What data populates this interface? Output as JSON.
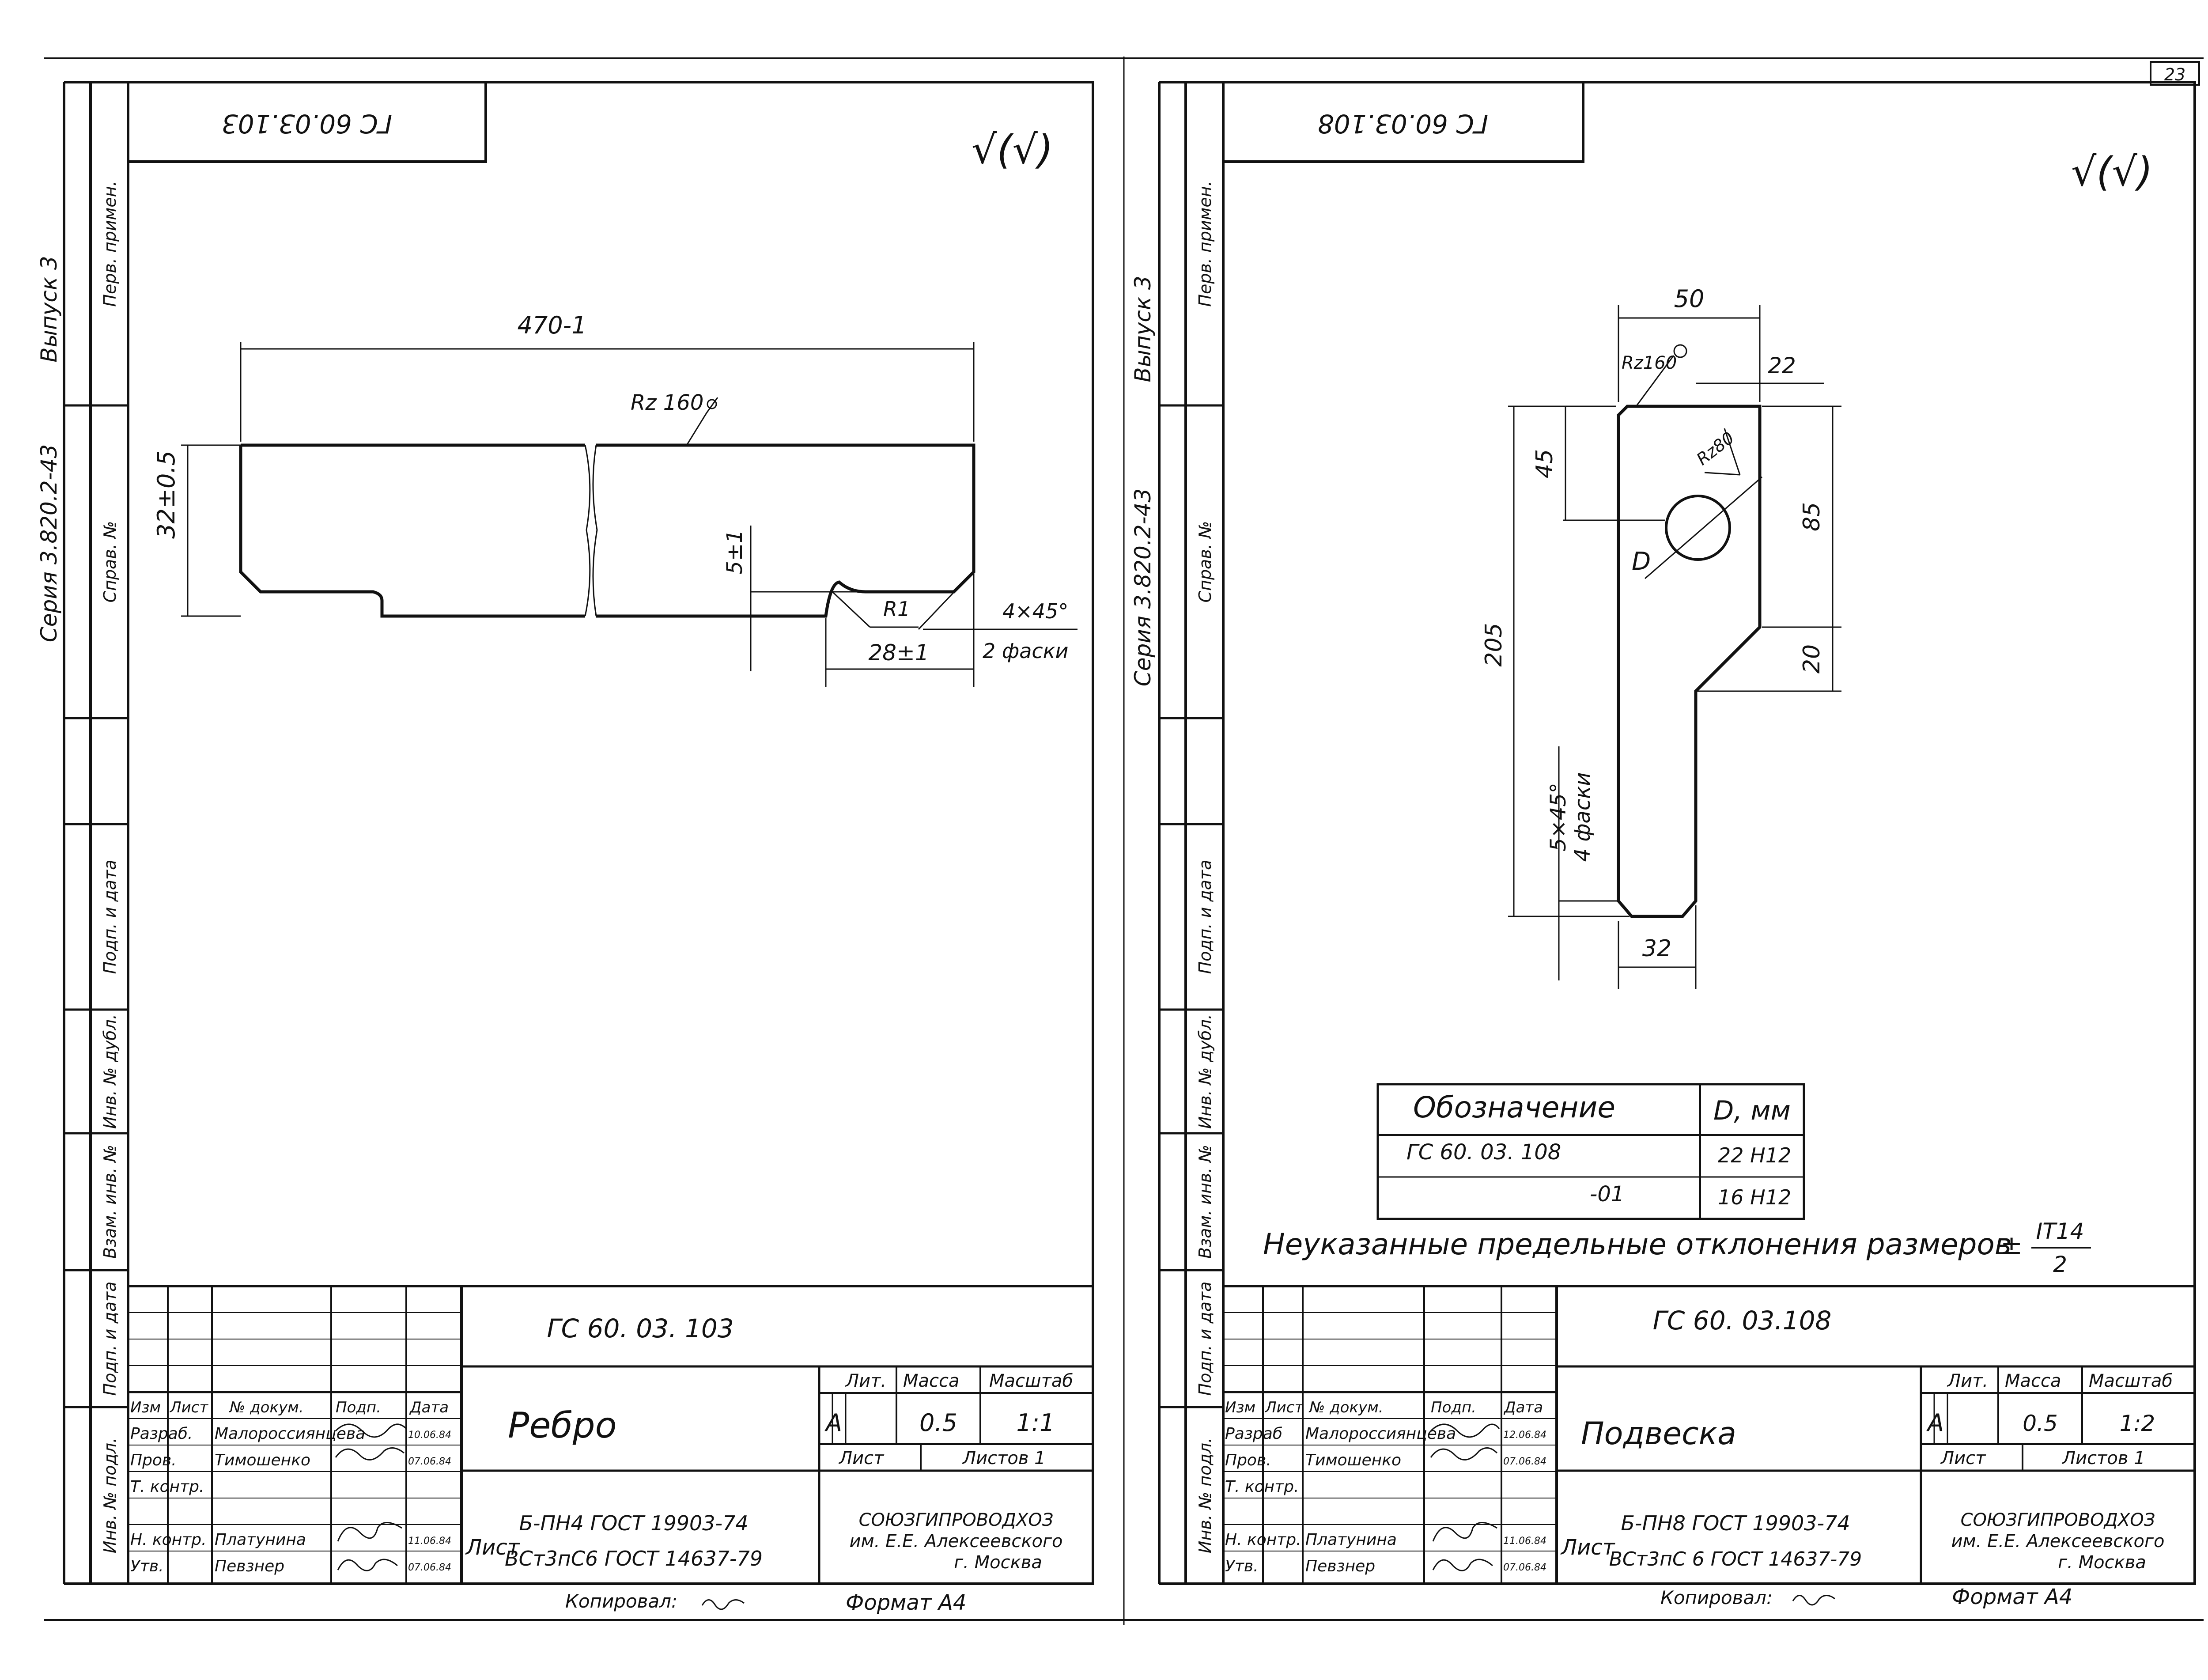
{
  "page_number": "23",
  "roughness_mark": "√(√)",
  "sheet_left": {
    "stamp_code_rotated": "ГС 60.03.103",
    "side_stamp": {
      "series_text": "Серия 3.820.2-43",
      "issue_text": "Выпуск 3",
      "labels": [
        "Перв. примен.",
        "Справ. №",
        "Подп. и дата",
        "Инв. № дубл.",
        "Взам. инв. №",
        "Подп. и дата",
        "Инв. № подл."
      ]
    },
    "dims": {
      "length": "470-1",
      "height": "32±0.5",
      "notch_depth": "5±1",
      "notch_width": "28±1",
      "radius": "R1",
      "roughness": "Rz 160",
      "chamfer": "4×45°",
      "chamfer_count": "2 фаски"
    },
    "title_block": {
      "code": "ГС 60. 03. 103",
      "name": "Ребро",
      "headers": {
        "izm": "Изм",
        "list": "Лист",
        "doc": "№ докум.",
        "sign": "Подп.",
        "date": "Дата"
      },
      "roles": [
        {
          "role": "Разраб.",
          "name": "Малороссиянцева",
          "date": "10.06.84"
        },
        {
          "role": "Пров.",
          "name": "Тимошенко",
          "date": "07.06.84"
        },
        {
          "role": "Т. контр.",
          "name": "",
          "date": ""
        },
        {
          "role": "Н. контр.",
          "name": "Платунина",
          "date": "11.06.84"
        },
        {
          "role": "Утв.",
          "name": "Певзнер",
          "date": "07.06.84"
        }
      ],
      "lit_header": "Лит.",
      "mass_header": "Масса",
      "scale_header": "Масштаб",
      "lit": "А",
      "mass": "0.5",
      "scale": "1:1",
      "sheet_label": "Лист",
      "sheets_label": "Листов 1",
      "material_prefix": "Лист",
      "material_line1": "Б-ПН4 ГОСТ 19903-74",
      "material_line2": "ВСт3пС6 ГОСТ 14637-79",
      "org_line1": "СОЮЗГИПРОВОДХОЗ",
      "org_line2": "им. Е.Е. Алексеевского",
      "org_line3": "г. Москва"
    },
    "copied_by": "Копировал:",
    "format": "Формат А4"
  },
  "sheet_right": {
    "stamp_code_rotated": "ГС 60.03.108",
    "side_stamp": {
      "series_text": "Серия 3.820.2-43",
      "issue_text": "Выпуск 3",
      "labels": [
        "Перв. примен.",
        "Справ. №",
        "Подп. и дата",
        "Инв. № дубл.",
        "Взам. инв. №",
        "Подп. и дата",
        "Инв. № подл."
      ]
    },
    "dims": {
      "width": "50",
      "offset": "22",
      "hole_pos": "45",
      "upper": "85",
      "step": "20",
      "total": "205",
      "bottom": "32",
      "diameter": "D",
      "roughness_outer": "Rz160",
      "roughness_hole": "Rz80",
      "chamfer": "5×45°",
      "chamfer_count": "4 фаски"
    },
    "table": {
      "header_designation": "Обозначение",
      "header_d": "D, мм",
      "rows": [
        {
          "designation": "ГС 60. 03. 108",
          "d": "22 H12"
        },
        {
          "designation": "-01",
          "d": "16 H12"
        }
      ]
    },
    "tolerance_note": "Неуказанные предельные отклонения размеров",
    "tolerance_sign": "±",
    "tolerance_num": "IT14",
    "tolerance_den": "2",
    "title_block": {
      "code": "ГС 60. 03.108",
      "name": "Подвеска",
      "headers": {
        "izm": "Изм",
        "list": "Лист",
        "doc": "№ докум.",
        "sign": "Подп.",
        "date": "Дата"
      },
      "roles": [
        {
          "role": "Разраб",
          "name": "Малороссиянцева",
          "date": "12.06.84"
        },
        {
          "role": "Пров.",
          "name": "Тимошенко",
          "date": "07.06.84"
        },
        {
          "role": "Т. контр.",
          "name": "",
          "date": ""
        },
        {
          "role": "Н. контр.",
          "name": "Платунина",
          "date": "11.06.84"
        },
        {
          "role": "Утв.",
          "name": "Певзнер",
          "date": "07.06.84"
        }
      ],
      "lit_header": "Лит.",
      "mass_header": "Масса",
      "scale_header": "Масштаб",
      "lit": "А",
      "mass": "0.5",
      "scale": "1:2",
      "sheet_label": "Лист",
      "sheets_label": "Листов 1",
      "material_prefix": "Лист",
      "material_line1": "Б-ПН8 ГОСТ 19903-74",
      "material_line2": "ВСт3пС 6 ГОСТ 14637-79",
      "org_line1": "СОЮЗГИПРОВОДХОЗ",
      "org_line2": "им. Е.Е. Алексеевского",
      "org_line3": "г. Москва"
    },
    "copied_by": "Копировал:",
    "format": "Формат А4"
  }
}
